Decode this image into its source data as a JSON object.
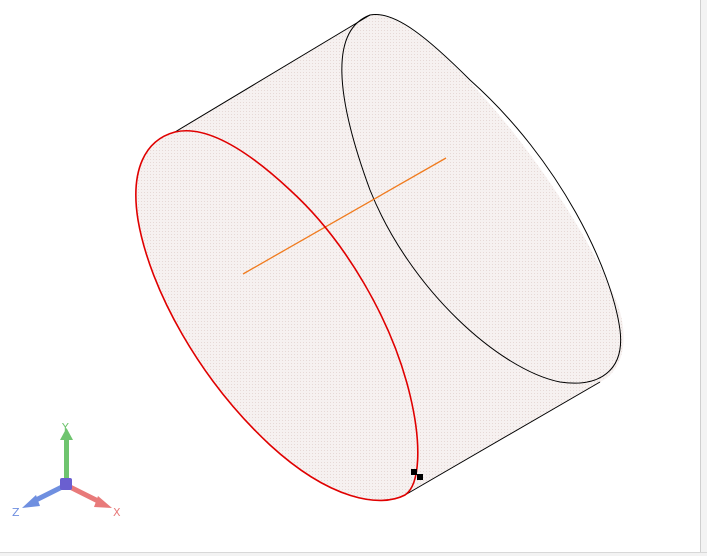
{
  "viewport": {
    "background": "#ffffff"
  },
  "model": {
    "shape": "cylinder",
    "body_fill": "#f2eceb",
    "outline_color": "#000000",
    "selected_edge_color": "#e00000",
    "axis_line_color": "#f07b1e",
    "grip_color": "#000000"
  },
  "triad": {
    "x_label": "X",
    "y_label": "Y",
    "z_label": "Z",
    "x_color": "#e87a7a",
    "y_color": "#6fc46f",
    "z_color": "#6f8fe0",
    "origin_color": "#6a5fd0"
  }
}
